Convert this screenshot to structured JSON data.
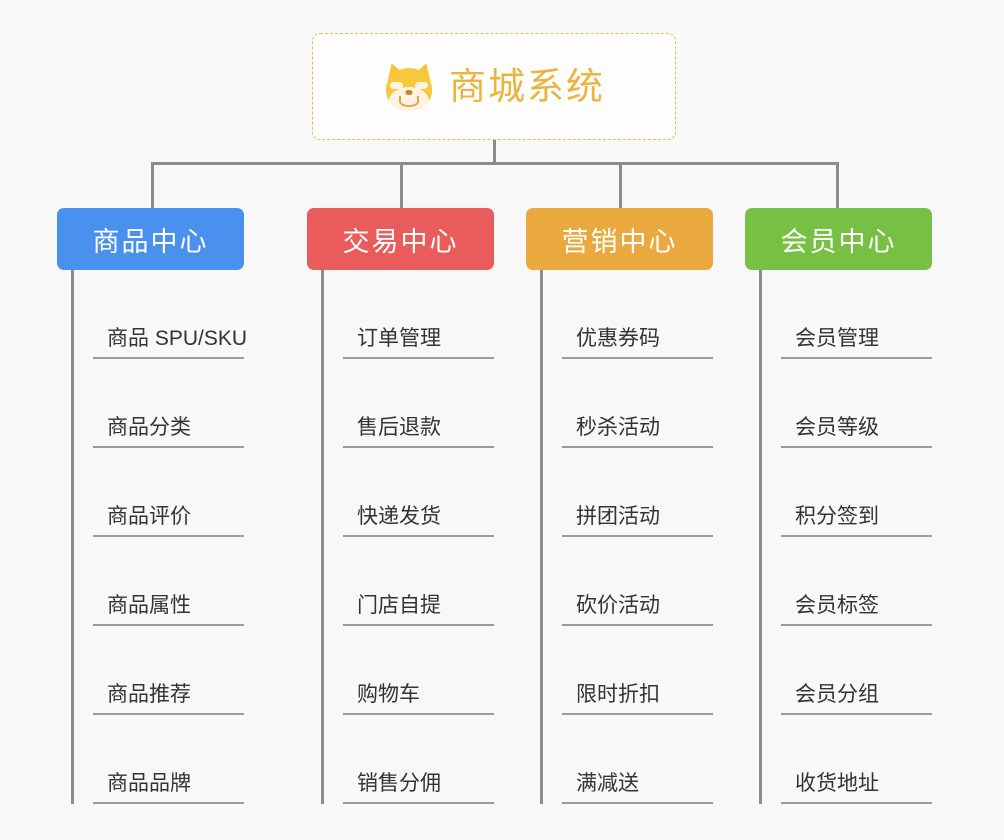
{
  "diagram": {
    "type": "mindmap-tree",
    "background_color": "#f8f8f8",
    "connector_color": "#8c8c8c",
    "root": {
      "title": "商城系统",
      "icon": "shiba-dog-face-icon",
      "border_color": "#e9b959",
      "text_color": "#eab43f"
    },
    "branches": [
      {
        "title": "商品中心",
        "color": "#4a90ee",
        "items": [
          "商品 SPU/SKU",
          "商品分类",
          "商品评价",
          "商品属性",
          "商品推荐",
          "商品品牌"
        ]
      },
      {
        "title": "交易中心",
        "color": "#ea5b5b",
        "items": [
          "订单管理",
          "售后退款",
          "快递发货",
          "门店自提",
          "购物车",
          "销售分佣"
        ]
      },
      {
        "title": "营销中心",
        "color": "#eaa93e",
        "items": [
          "优惠券码",
          "秒杀活动",
          "拼团活动",
          "砍价活动",
          "限时折扣",
          "满减送"
        ]
      },
      {
        "title": "会员中心",
        "color": "#76c043",
        "items": [
          "会员管理",
          "会员等级",
          "积分签到",
          "会员标签",
          "会员分组",
          "收货地址"
        ]
      }
    ]
  }
}
